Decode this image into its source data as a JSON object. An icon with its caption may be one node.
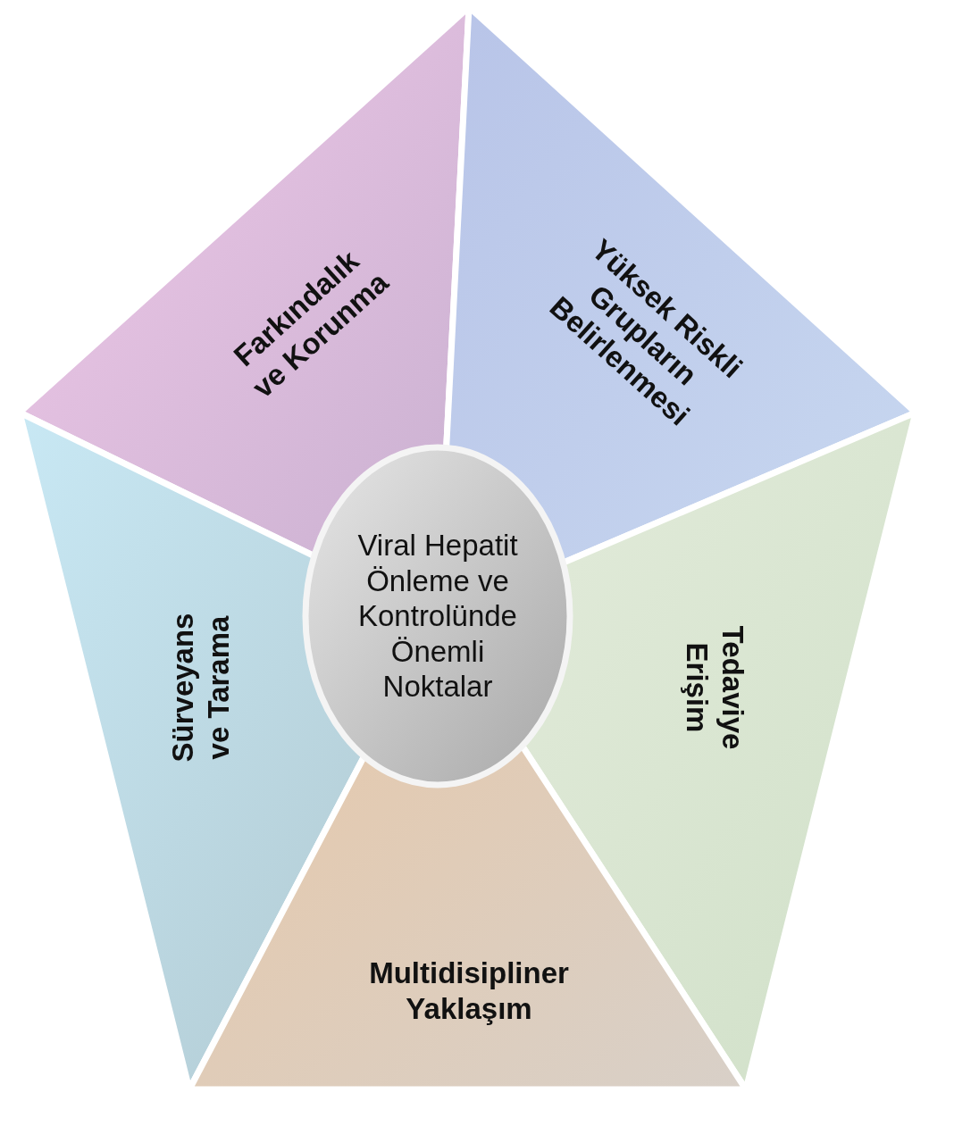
{
  "diagram": {
    "nodes": [
      {
        "text": [
          "Farkındalık ve Korunma"
        ]
      },
      {
        "text": [
          "Yüksek Riskli Grupların Belirlenmesi"
        ]
      },
      {
        "text": [
          "Sürveyans ve Tarama"
        ]
      },
      {
        "text": [
          "Viral Hepatit Önleme ve Kontrolünde Önemli Noktalar"
        ]
      },
      {
        "text": [
          "Tedaviye Erişim"
        ]
      },
      {
        "text": [
          "Multidisipliner Yaklaşım"
        ]
      }
    ]
  }
}
